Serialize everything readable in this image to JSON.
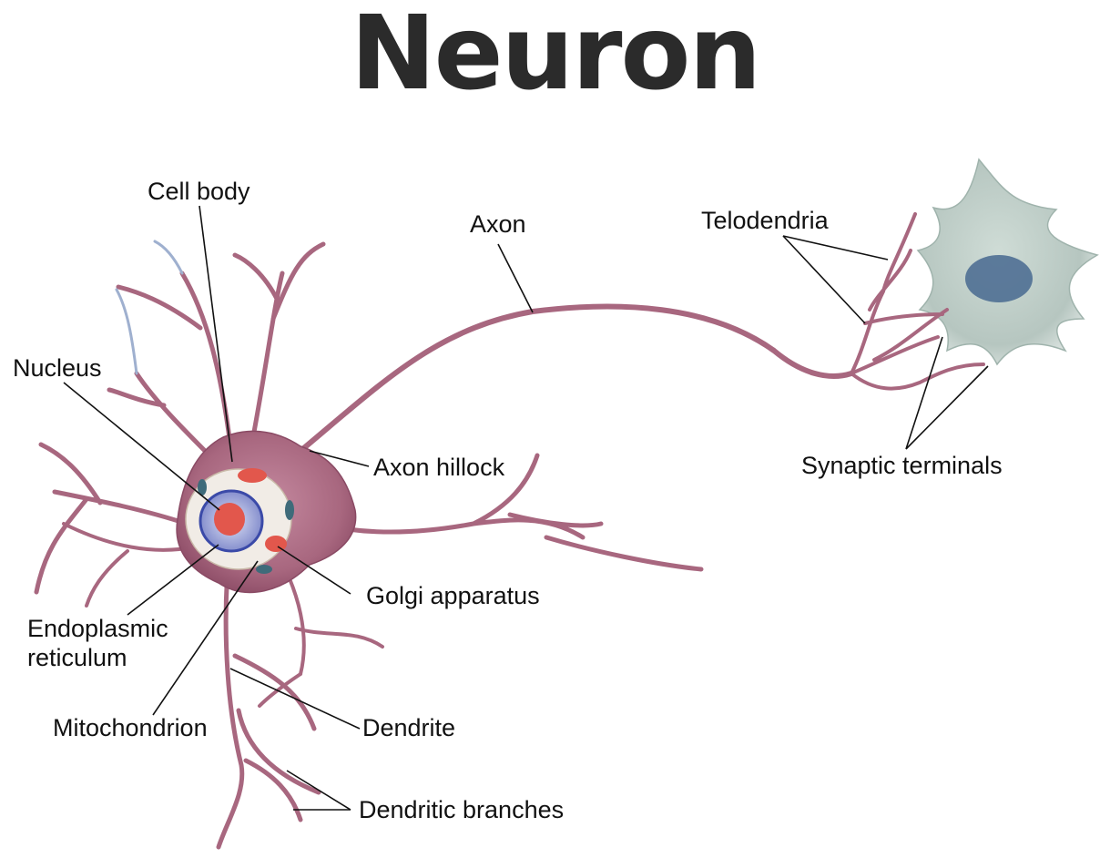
{
  "title": "Neuron",
  "labels": {
    "cell_body": "Cell body",
    "axon": "Axon",
    "telodendria": "Telodendria",
    "nucleus": "Nucleus",
    "axon_hillock": "Axon hillock",
    "synaptic_terminals": "Synaptic terminals",
    "golgi": "Golgi apparatus",
    "endoplasmic_1": "Endoplasmic",
    "endoplasmic_2": "reticulum",
    "mitochondrion": "Mitochondrion",
    "dendrite": "Dendrite",
    "dendritic_branches": "Dendritic branches"
  },
  "colors": {
    "neuron_body": "#a8677f",
    "neuron_edge": "#8a4a64",
    "dendrite_tint": "#9fb0cf",
    "nucleus_membrane": "#3b4aa8",
    "nucleolus": "#e2574c",
    "target_cell": "#b6c6c0",
    "target_nucleus": "#4f6f94"
  }
}
